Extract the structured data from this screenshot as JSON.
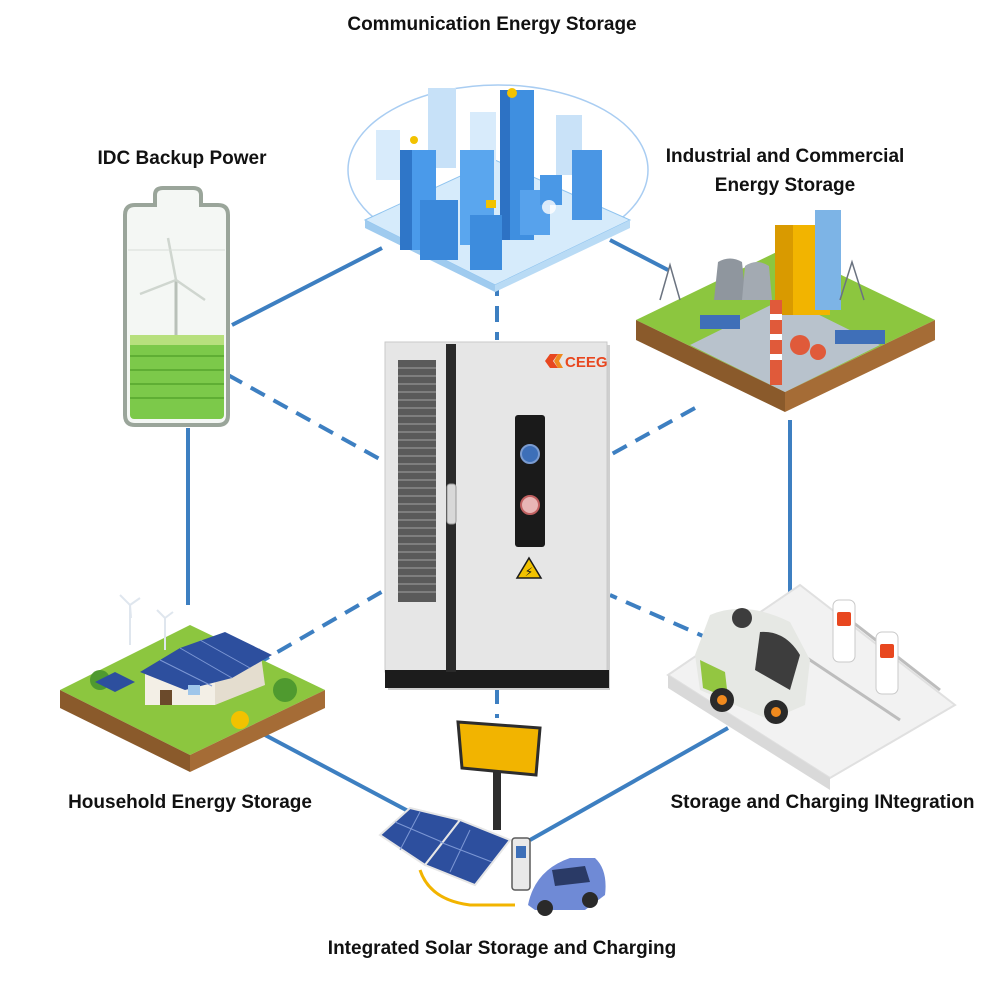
{
  "labels": {
    "communication": "Communication Energy Storage",
    "idc": "IDC Backup Power",
    "industrial_line1": "Industrial and Commercial",
    "industrial_line2": "Energy Storage",
    "household": "Household Energy Storage",
    "storage_charging": "Storage and Charging INtegration",
    "solar": "Integrated Solar Storage and Charging"
  },
  "cabinet": {
    "brand": "CEEG",
    "warning_glyph": "⚡"
  },
  "colors": {
    "line": "#3d7fc1",
    "cabinet_body": "#e6e6e6",
    "cabinet_base": "#1c1c1c",
    "brand": "#e8471f",
    "battery_green": "#7cc94a",
    "solar_panel": "#2d4f9e",
    "ground_green": "#8cc63f"
  }
}
